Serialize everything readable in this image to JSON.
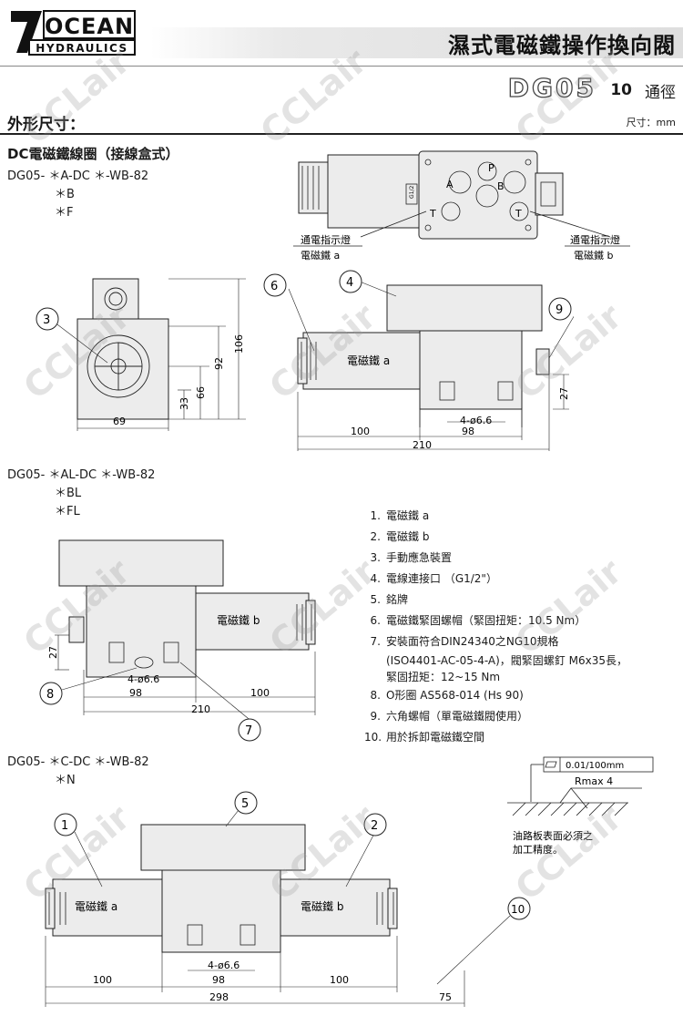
{
  "brand": {
    "name": "OCEAN",
    "sub": "HYDRAULICS",
    "mark": "7"
  },
  "header": {
    "title": "濕式電磁鐵操作換向閥",
    "model": "DG05",
    "size": "10",
    "type": "通徑"
  },
  "section": {
    "heading": "外形尺寸：",
    "unit": "尺寸：mm"
  },
  "coil_title": "DC電磁鐵線圈（接線盒式）",
  "groups": [
    {
      "code": "DG05- ＊A-DC ＊-WB-82",
      "variants": [
        "＊B",
        "＊F"
      ]
    },
    {
      "code": "DG05- ＊AL-DC ＊-WB-82",
      "variants": [
        "＊BL",
        "＊FL"
      ]
    },
    {
      "code": "DG05- ＊C-DC ＊-WB-82",
      "variants": [
        "＊N"
      ]
    }
  ],
  "top_view": {
    "ports": [
      "P",
      "A",
      "B",
      "T",
      "T"
    ],
    "g12": "G1/2",
    "lamp_a": [
      "通電指示燈",
      "電磁鐵 a"
    ],
    "lamp_b": [
      "通電指示燈",
      "電磁鐵 b"
    ]
  },
  "dims": {
    "end_view": {
      "h1": "106",
      "h2": "92",
      "h3": "66",
      "h4": "33",
      "w": "69",
      "callout": "3"
    },
    "side_a": {
      "label": "電磁鐵 a",
      "c6": "6",
      "c4": "4",
      "c9": "9",
      "d27": "27",
      "bolt": "4-ø6.6",
      "d100": "100",
      "d98": "98",
      "d210": "210"
    },
    "side_b": {
      "label": "電磁鐵 b",
      "c8": "8",
      "c7": "7",
      "d27": "27",
      "bolt": "4-ø6.6",
      "d98": "98",
      "d100": "100",
      "d210": "210"
    },
    "double": {
      "label_a": "電磁鐵 a",
      "label_b": "電磁鐵 b",
      "c1": "1",
      "c2": "2",
      "c5": "5",
      "c10": "10",
      "bolt": "4-ø6.6",
      "d100a": "100",
      "d98": "98",
      "d100b": "100",
      "d298": "298",
      "d75": "75"
    }
  },
  "legend": [
    {
      "num": "1.",
      "text": "電磁鐵 a"
    },
    {
      "num": "2.",
      "text": "電磁鐵 b"
    },
    {
      "num": "3.",
      "text": "手動應急裝置"
    },
    {
      "num": "4.",
      "text": "電線連接口 （G1/2\"）"
    },
    {
      "num": "5.",
      "text": "銘牌"
    },
    {
      "num": "6.",
      "text": "電磁鐵緊固螺帽（緊固扭矩：10.5 Nm）"
    },
    {
      "num": "7.",
      "text": "安裝面符合DIN24340之NG10規格",
      "lines": [
        "(ISO4401-AC-05-4-A)，閥緊固螺釘 M6x35長，",
        "緊固扭矩：12~15 Nm"
      ]
    },
    {
      "num": "8.",
      "text": "O形圈 AS568-014 (Hs 90)"
    },
    {
      "num": "9.",
      "text": "六角螺帽（單電磁鐵閥使用）"
    },
    {
      "num": "10.",
      "text": "用於拆卸電磁鐵空間"
    }
  ],
  "surface": {
    "flatness": "0.01/100mm",
    "roughness": "Rmax 4",
    "note": [
      "油路板表面必須之",
      "加工精度。"
    ]
  },
  "watermark": "CCLair"
}
